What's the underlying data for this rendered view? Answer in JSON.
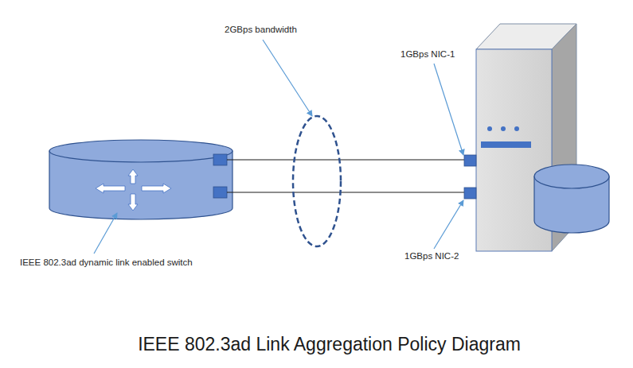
{
  "diagram": {
    "title": "IEEE 802.3ad Link Aggregation Policy Diagram",
    "labels": [
      "2GBps bandwidth",
      "1GBps NIC-1",
      "1GBps NIC-2",
      "IEEE 802.3ad dynamic link enabled switch"
    ]
  }
}
